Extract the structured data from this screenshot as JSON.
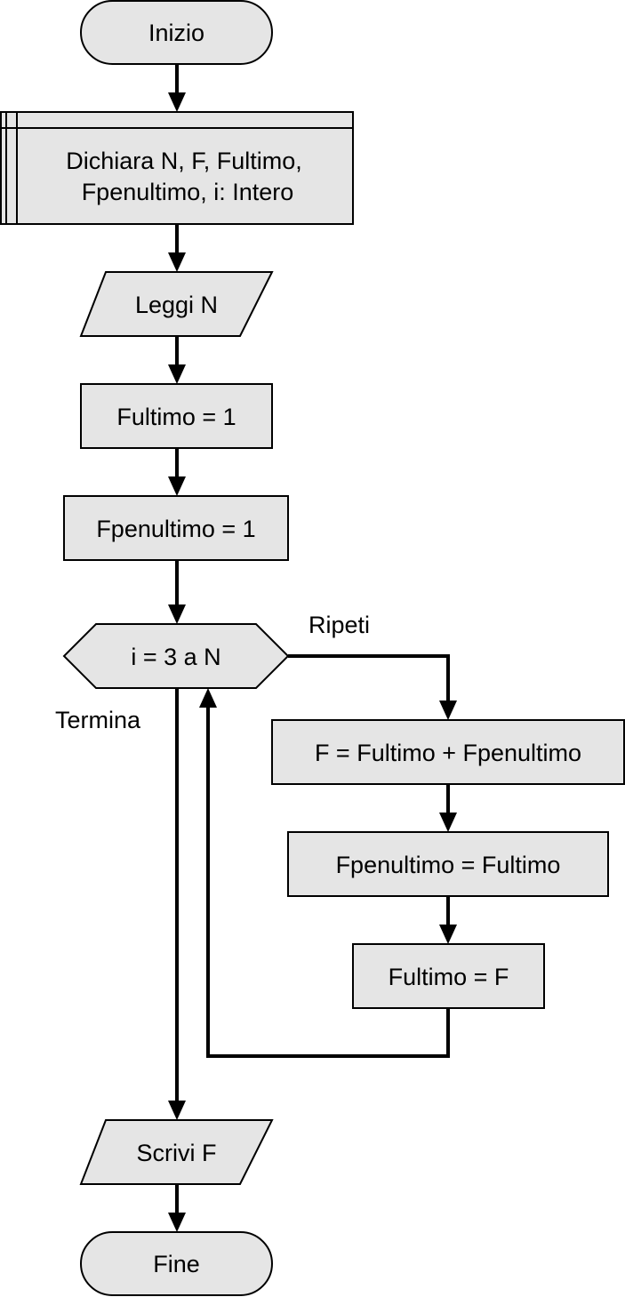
{
  "nodes": {
    "start": "Inizio",
    "declare_line1": "Dichiara N, F, Fultimo,",
    "declare_line2": "Fpenultimo, i: Intero",
    "read_n": "Leggi N",
    "init_fultimo": "Fultimo = 1",
    "init_fpenultimo": "Fpenultimo = 1",
    "loop": "i = 3 a N",
    "calc_f": "F = Fultimo + Fpenultimo",
    "shift_fpenultimo": "Fpenultimo = Fultimo",
    "shift_fultimo": "Fultimo = F",
    "write_f": "Scrivi F",
    "end": "Fine"
  },
  "edge_labels": {
    "repeat": "Ripeti",
    "terminate": "Termina"
  },
  "colors": {
    "shape_fill": "#e5e5e5",
    "stroke": "#000000"
  }
}
